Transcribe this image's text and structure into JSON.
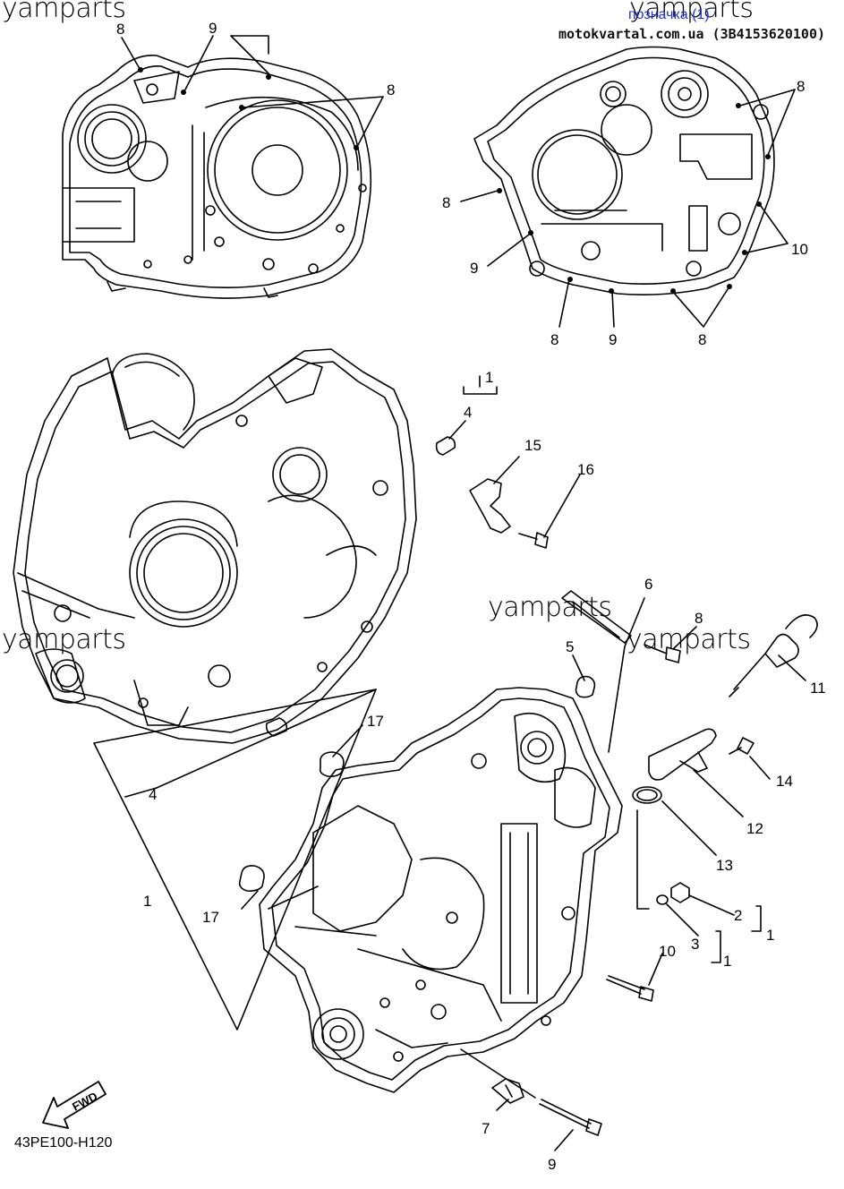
{
  "watermarks": [
    "yamparts",
    "yamparts",
    "yamparts",
    "yamparts",
    "yamparts"
  ],
  "header": {
    "link_label": "позначка (1)",
    "site": "motokvartal.com.ua (3B4153620100)"
  },
  "diagram_code": "43PE100-H120",
  "fwd_label": "FWD",
  "callouts": {
    "top_left": [
      "8",
      "9",
      "8"
    ],
    "top_right": [
      "8",
      "8",
      "9",
      "10",
      "8",
      "9",
      "8"
    ],
    "main": [
      "1",
      "4",
      "15",
      "16",
      "6",
      "8",
      "5",
      "11",
      "17",
      "14",
      "4",
      "12",
      "13",
      "1",
      "17",
      "2",
      "1",
      "3",
      "1",
      "10",
      "7",
      "9"
    ]
  }
}
